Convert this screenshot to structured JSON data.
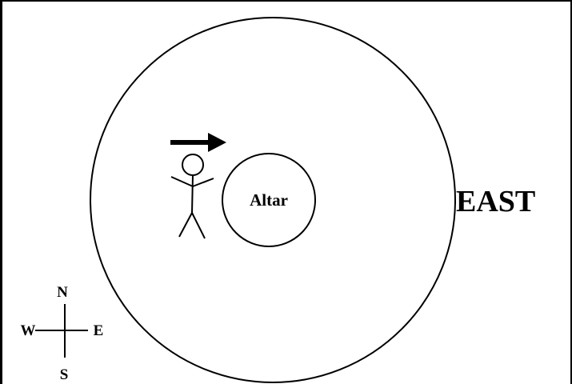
{
  "labels": {
    "altar": "Altar",
    "east": "EAST"
  },
  "compass": {
    "north": "N",
    "south": "S",
    "east": "E",
    "west": "W"
  },
  "icons": {
    "person": "stick-figure-icon",
    "direction": "arrow-right-icon"
  },
  "colors": {
    "stroke": "#000000",
    "background": "#ffffff"
  }
}
